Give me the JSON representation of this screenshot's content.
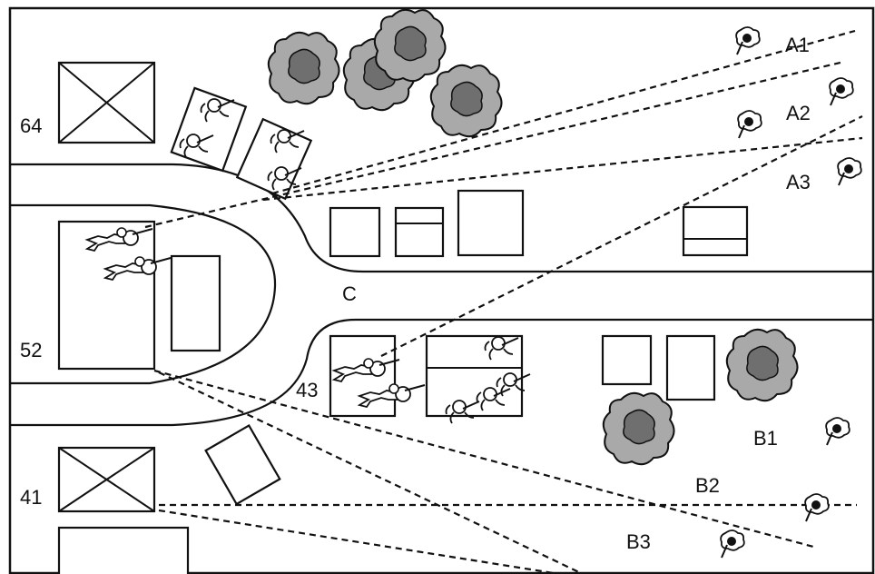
{
  "labels": {
    "b64": "64",
    "b52": "52",
    "b43": "43",
    "b41": "41",
    "junction": "C",
    "a1": "A1",
    "a2": "A2",
    "a3": "A3",
    "b1": "B1",
    "b2": "B2",
    "b3": "B3"
  },
  "colors": {
    "line": "#111111",
    "tree_outer": "#a9a9a9",
    "tree_inner": "#6f6f6f",
    "background": "#ffffff"
  },
  "icons": {
    "enemy": "enemy-soldier-icon",
    "friendly": "friendly-soldier-icon",
    "tree": "tree-icon"
  }
}
